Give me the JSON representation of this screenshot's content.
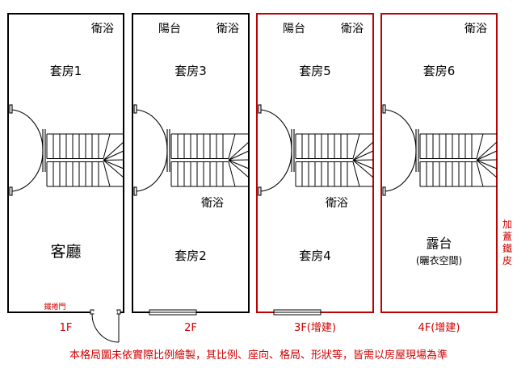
{
  "floors": [
    {
      "floor_label": "1F",
      "border_color": "#000000",
      "rooms": {
        "top": "套房1",
        "bottom": "客廳"
      },
      "top_labels": {
        "bath": "衛浴",
        "balcony": ""
      },
      "mid_bath": "",
      "bottom_sub": "",
      "door_label": "鐵捲門",
      "has_window": false
    },
    {
      "floor_label": "2F",
      "border_color": "#000000",
      "rooms": {
        "top": "套房3",
        "bottom": "套房2"
      },
      "top_labels": {
        "bath": "衛浴",
        "balcony": "陽台"
      },
      "mid_bath": "衛浴",
      "bottom_sub": "",
      "door_label": "",
      "has_window": true
    },
    {
      "floor_label": "3F(增建)",
      "border_color": "#c00000",
      "rooms": {
        "top": "套房5",
        "bottom": "套房4"
      },
      "top_labels": {
        "bath": "衛浴",
        "balcony": "陽台"
      },
      "mid_bath": "衛浴",
      "bottom_sub": "",
      "door_label": "",
      "has_window": true
    },
    {
      "floor_label": "4F(增建)",
      "border_color": "#c00000",
      "rooms": {
        "top": "套房6",
        "bottom": "露台"
      },
      "top_labels": {
        "bath": "衛浴",
        "balcony": ""
      },
      "mid_bath": "",
      "bottom_sub": "(曬衣空間)",
      "door_label": "",
      "has_window": false
    }
  ],
  "side_note": "加蓋鐵皮",
  "disclaimer": "本格局圖未依實際比例繪製，其比例、座向、格局、形狀等，皆需以房屋現場為準",
  "colors": {
    "red": "#d00000",
    "black": "#000000"
  }
}
